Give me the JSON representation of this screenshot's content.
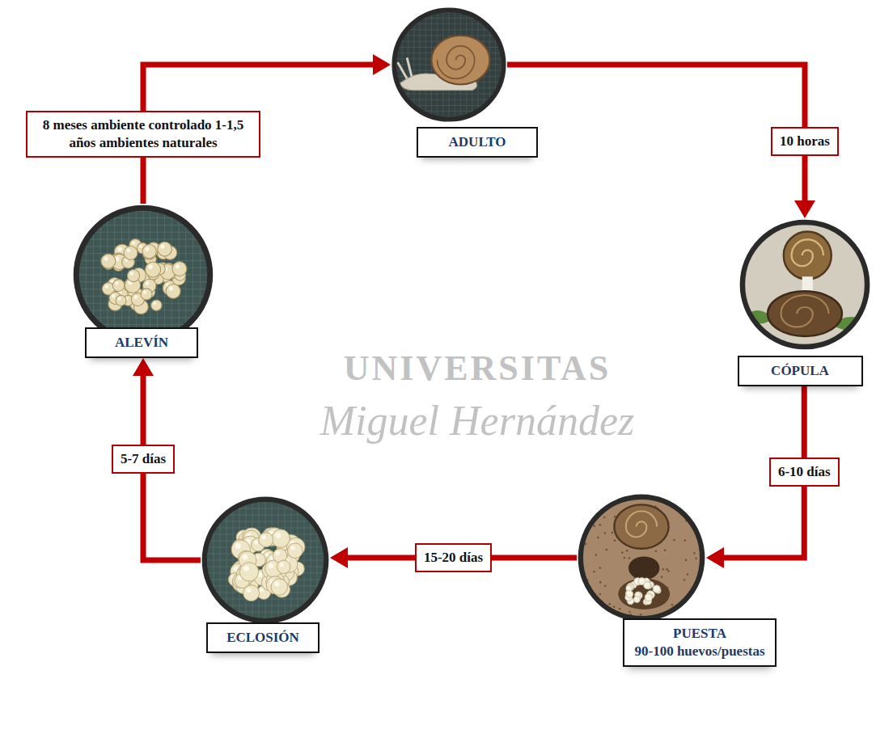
{
  "diagram": {
    "nodes": [
      {
        "text": [
          "ADULTO"
        ]
      },
      {
        "text": [
          "CÓPULA"
        ]
      },
      {
        "text": [
          "PUESTA",
          "90-100 huevos/puestas"
        ]
      },
      {
        "text": [
          "ECLOSIÓN"
        ]
      },
      {
        "text": [
          "ALEVÍN"
        ]
      }
    ],
    "edges": [
      {
        "from": 0,
        "to": 1,
        "arrow": "to",
        "label": "10 horas"
      },
      {
        "from": 1,
        "to": 2,
        "arrow": "to",
        "label": "6-10 días"
      },
      {
        "from": 2,
        "to": 3,
        "arrow": "to",
        "label": "15-20 días"
      },
      {
        "from": 3,
        "to": 4,
        "arrow": "to",
        "label": "5-7 días"
      },
      {
        "from": 4,
        "to": 0,
        "arrow": "to",
        "label": "8 meses ambiente controlado 1-1,5 años ambientes naturales"
      }
    ],
    "labels": [
      "UNIVERSITAS",
      "Miguel Hernández"
    ]
  }
}
